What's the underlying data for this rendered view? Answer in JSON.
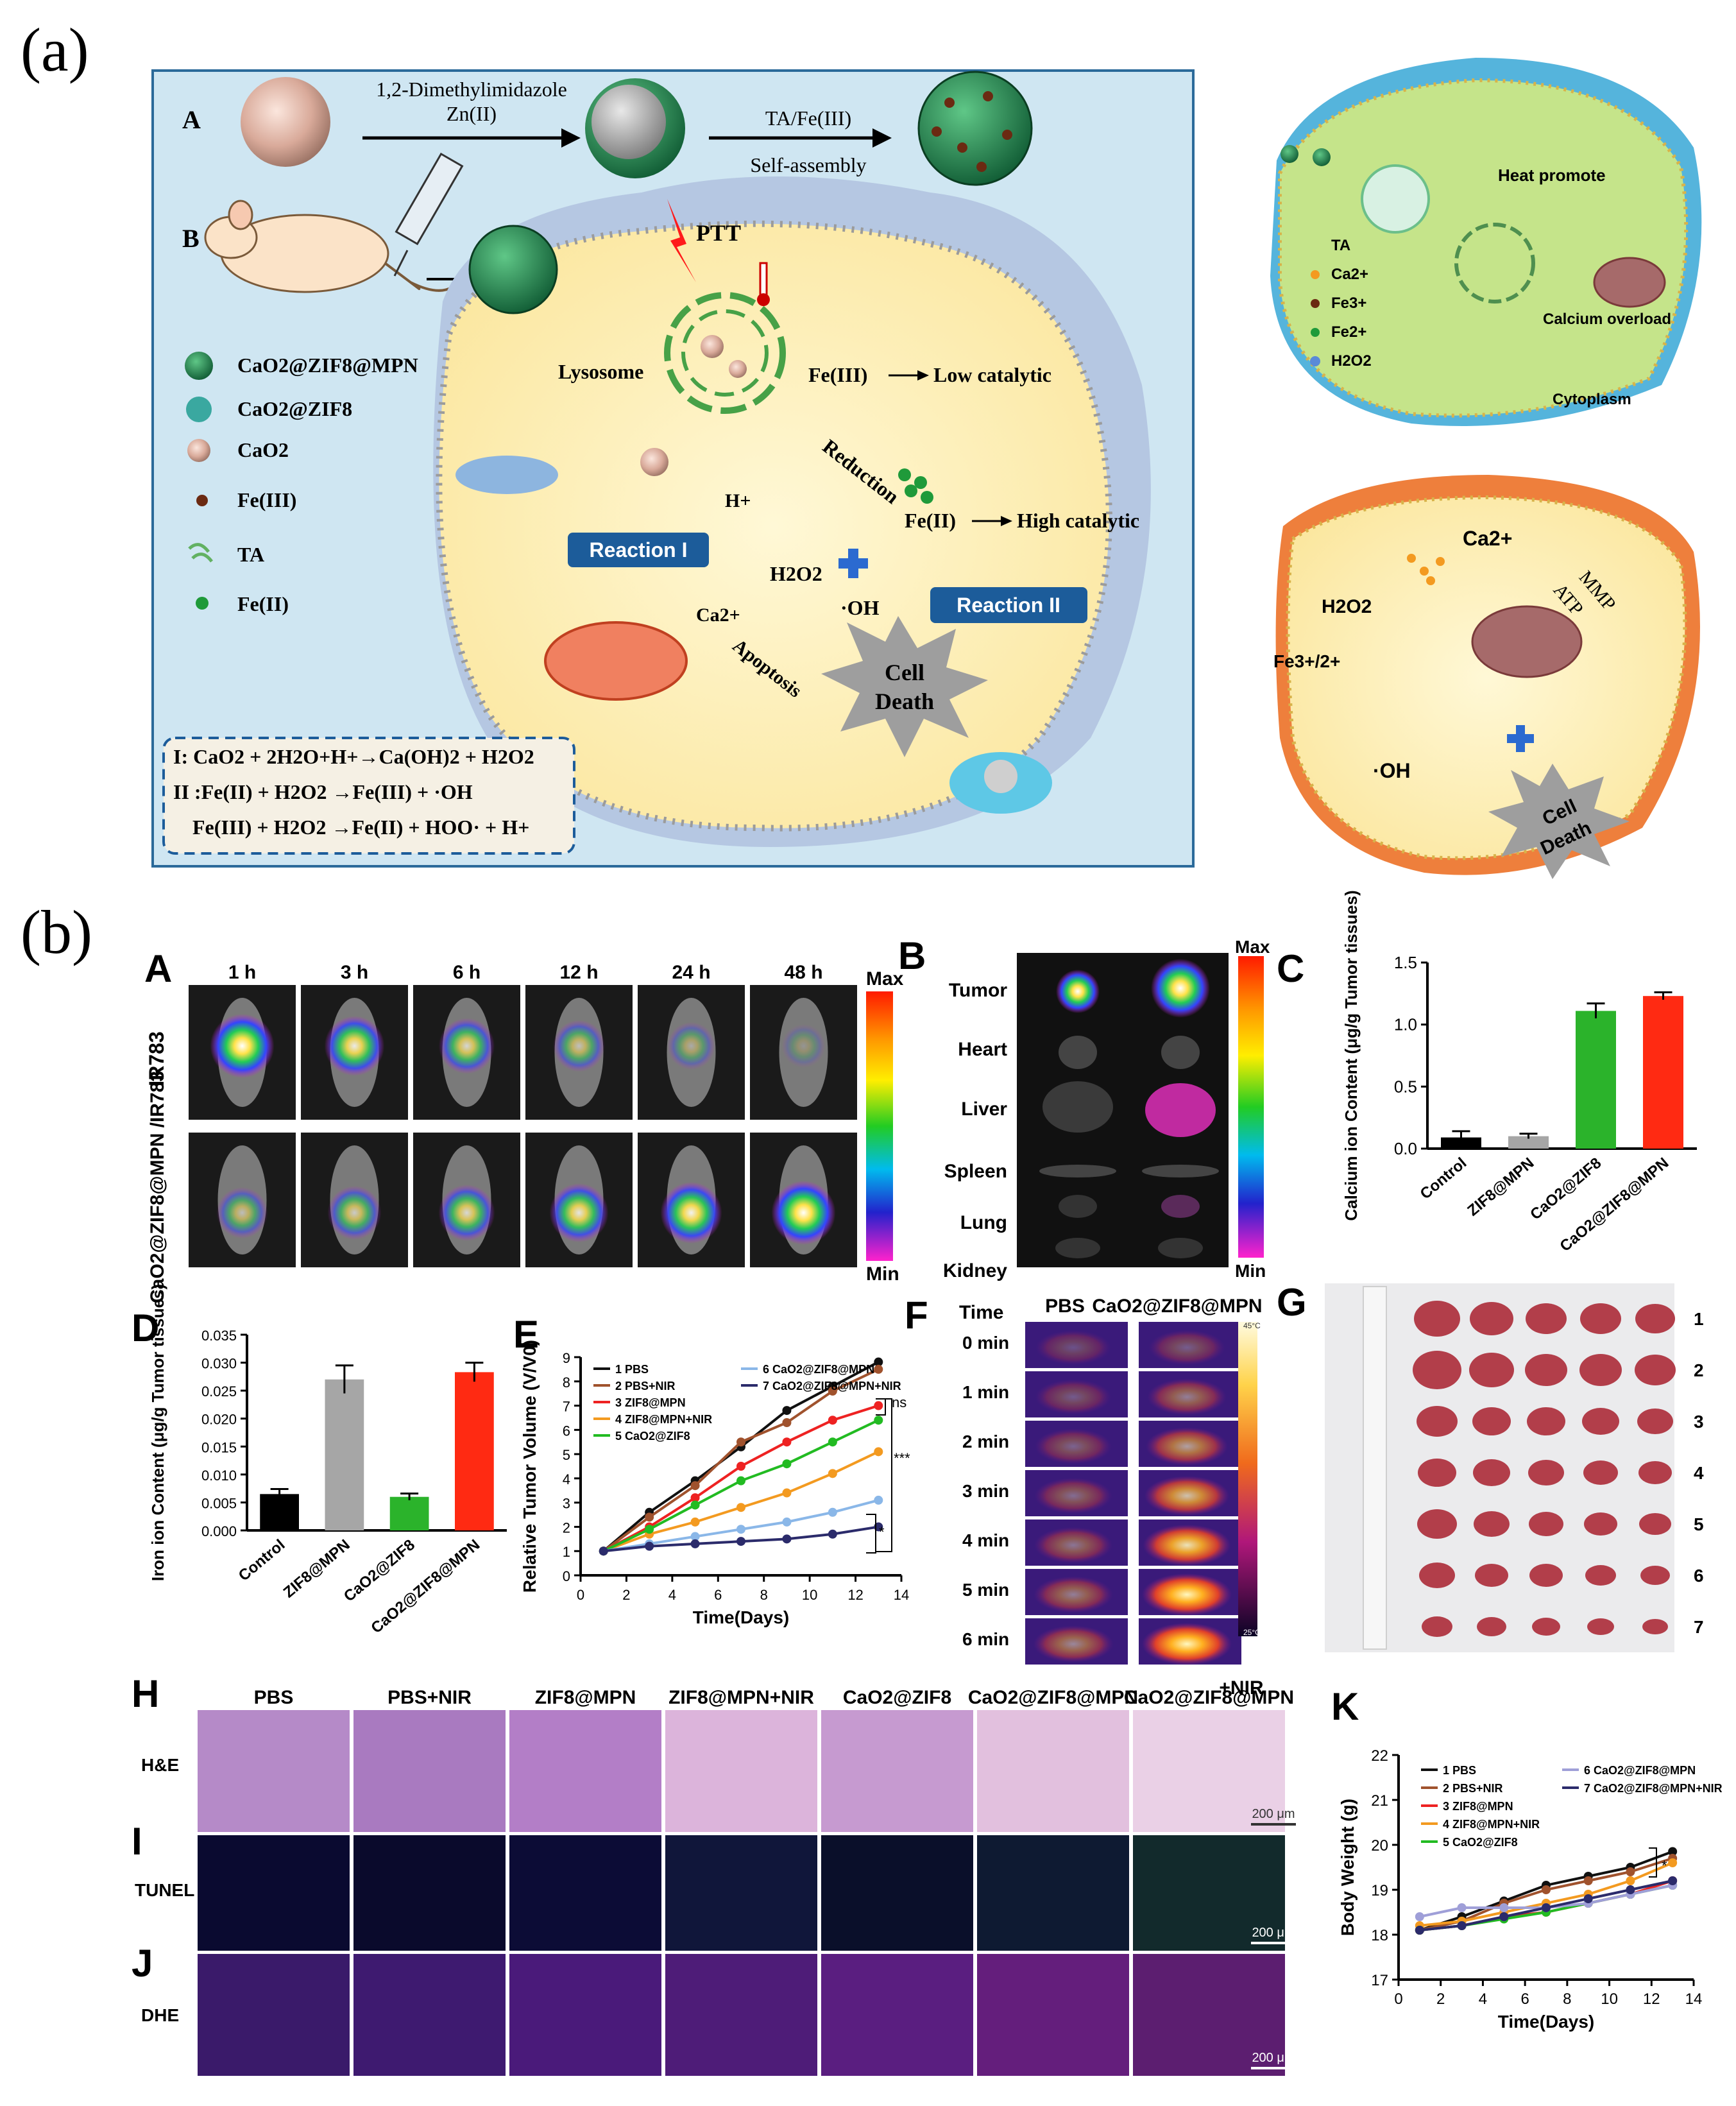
{
  "panel_a": {
    "label": "(a)",
    "row_a_label": "A",
    "row_b_label": "B",
    "reagent_1": "1,2-Dimethylimidazole",
    "reagent_2": "Zn(II)",
    "step2_top": "TA/Fe(III)",
    "step2_bottom": "Self-assembly",
    "ptt": "PTT",
    "lysosome": "Lysosome",
    "fe3": "Fe(III)",
    "low_catalytic": "Low catalytic",
    "reduction": "Reduction",
    "fe2": "Fe(II)",
    "high_catalytic": "High catalytic",
    "hplus": "H+",
    "h2o2": "H2O2",
    "oh": "·OH",
    "ca2": "Ca2+",
    "apoptosis": "Apoptosis",
    "cell_death_1": "Cell",
    "cell_death_2": "Death",
    "reaction1": "Reaction I",
    "reaction2": "Reaction II",
    "legend": [
      "CaO2@ZIF8@MPN",
      "CaO2@ZIF8",
      "CaO2",
      "Fe(III)",
      "TA",
      "Fe(II)"
    ],
    "equations": [
      "I: CaO2 + 2H2O+H+→Ca(OH)2 + H2O2",
      "II :Fe(II) + H2O2 →Fe(III) + ·OH",
      "Fe(III) + H2O2 →Fe(II) + HOO· + H+"
    ],
    "right_top": {
      "heat": "Heat promote",
      "legend": [
        "TA",
        "Ca2+",
        "Fe3+",
        "Fe2+",
        "H2O2"
      ],
      "calcium": "Calcium overload",
      "cytoplasm": "Cytoplasm"
    },
    "right_bottom": {
      "ca2": "Ca2+",
      "mmp": "MMP",
      "atp": "ATP",
      "h2o2": "H2O2",
      "fe": "Fe3+/2+",
      "oh": "·OH",
      "cell": "Cell",
      "death": "Death"
    }
  },
  "panel_b": {
    "label": "(b)",
    "sub_A": "A",
    "times": [
      "1 h",
      "3 h",
      "6 h",
      "12 h",
      "24 h",
      "48 h"
    ],
    "row_ir783": "IR783",
    "row_cao2": "CaO2@ZIF8@MPN /IR783",
    "scale_max": "Max",
    "scale_min": "Min",
    "sub_B": "B",
    "organs": [
      "Tumor",
      "Heart",
      "Liver",
      "Spleen",
      "Lung",
      "Kidney"
    ],
    "sub_C": "C",
    "sub_D": "D",
    "sub_E": "E",
    "sub_F": "F",
    "f_time": "Time",
    "f_cols": [
      "PBS",
      "CaO2@ZIF8@MPN"
    ],
    "f_rows": [
      "0 min",
      "1 min",
      "2 min",
      "3 min",
      "4 min",
      "5 min",
      "6 min"
    ],
    "f_scale_top": "45°C",
    "f_scale_bottom": "25°C",
    "sub_G": "G",
    "g_rows": [
      "1",
      "2",
      "3",
      "4",
      "5",
      "6",
      "7"
    ],
    "sub_H": "H",
    "sub_I": "I",
    "sub_J": "J",
    "h_cols": [
      "PBS",
      "PBS+NIR",
      "ZIF8@MPN",
      "ZIF8@MPN+NIR",
      "CaO2@ZIF8",
      "CaO2@ZIF8@MPN",
      "CaO2@ZIF8@MPN"
    ],
    "h_nir": "+NIR",
    "row_he": "H&E",
    "row_tunel": "TUNEL",
    "row_dhe": "DHE",
    "scalebar": "200 μm",
    "sub_K": "K"
  },
  "chart_data": [
    {
      "id": "C",
      "type": "bar",
      "categories": [
        "Control",
        "ZIF8@MPN",
        "CaO2@ZIF8",
        "CaO2@ZIF8@MPN"
      ],
      "values": [
        0.09,
        0.1,
        1.11,
        1.23
      ],
      "errors": [
        0.05,
        0.02,
        0.06,
        0.03
      ],
      "colors": [
        "#000000",
        "#a6a6a6",
        "#2bb32b",
        "#ff2a12"
      ],
      "ylabel": "Calcium ion Content (μg/g Tumor tissues)",
      "ylim": [
        0,
        1.5
      ],
      "yticks": [
        "0.0",
        "0.5",
        "1.0",
        "1.5"
      ]
    },
    {
      "id": "D",
      "type": "bar",
      "categories": [
        "Control",
        "ZIF8@MPN",
        "CaO2@ZIF8",
        "CaO2@ZIF8@MPN"
      ],
      "values": [
        0.0065,
        0.027,
        0.006,
        0.0283
      ],
      "errors": [
        0.0009,
        0.0025,
        0.0006,
        0.0017
      ],
      "colors": [
        "#000000",
        "#a6a6a6",
        "#2bb32b",
        "#ff2a12"
      ],
      "ylabel": "Iron ion Content (μg/g Tumor tissues)",
      "ylim": [
        0,
        0.035
      ],
      "yticks": [
        "0.000",
        "0.005",
        "0.010",
        "0.015",
        "0.020",
        "0.025",
        "0.030",
        "0.035"
      ]
    },
    {
      "id": "E",
      "type": "line",
      "x": [
        1,
        3,
        5,
        7,
        9,
        11,
        13
      ],
      "xlabel": "Time(Days)",
      "ylabel": "Relative Tumor Volume (V/V0)",
      "xlim": [
        0,
        14
      ],
      "ylim": [
        0,
        9
      ],
      "xticks": [
        "0",
        "2",
        "4",
        "6",
        "8",
        "10",
        "12",
        "14"
      ],
      "yticks": [
        "0",
        "1",
        "2",
        "3",
        "4",
        "5",
        "6",
        "7",
        "8",
        "9"
      ],
      "annotations": [
        "ns",
        "***",
        "*"
      ],
      "series": [
        {
          "name": "1  PBS",
          "color": "#111111",
          "values": [
            1,
            2.6,
            3.9,
            5.3,
            6.8,
            7.8,
            8.8
          ]
        },
        {
          "name": "2  PBS+NIR",
          "color": "#a0522d",
          "values": [
            1,
            2.4,
            3.7,
            5.5,
            6.3,
            7.6,
            8.5
          ]
        },
        {
          "name": "3  ZIF8@MPN",
          "color": "#ee2222",
          "values": [
            1,
            2.0,
            3.2,
            4.5,
            5.5,
            6.4,
            7.0
          ]
        },
        {
          "name": "4  ZIF8@MPN+NIR",
          "color": "#f39a20",
          "values": [
            1,
            1.7,
            2.2,
            2.8,
            3.4,
            4.2,
            5.1
          ]
        },
        {
          "name": "5  CaO2@ZIF8",
          "color": "#22bb22",
          "values": [
            1,
            1.9,
            2.9,
            3.9,
            4.6,
            5.5,
            6.4
          ]
        },
        {
          "name": "6  CaO2@ZIF8@MPN",
          "color": "#8ab7e8",
          "values": [
            1,
            1.3,
            1.6,
            1.9,
            2.2,
            2.6,
            3.1
          ]
        },
        {
          "name": "7  CaO2@ZIF8@MPN+NIR",
          "color": "#2b2b6b",
          "values": [
            1,
            1.2,
            1.3,
            1.4,
            1.5,
            1.7,
            2.0
          ]
        }
      ]
    },
    {
      "id": "K",
      "type": "line",
      "x": [
        1,
        3,
        5,
        7,
        9,
        11,
        13
      ],
      "xlabel": "Time(Days)",
      "ylabel": "Body Weight (g)",
      "xlim": [
        0,
        14
      ],
      "ylim": [
        17,
        22
      ],
      "xticks": [
        "0",
        "2",
        "4",
        "6",
        "8",
        "10",
        "12",
        "14"
      ],
      "yticks": [
        "17",
        "18",
        "19",
        "20",
        "21",
        "22"
      ],
      "annotations": [
        "*"
      ],
      "series": [
        {
          "name": "1  PBS",
          "color": "#111111",
          "values": [
            18.1,
            18.4,
            18.75,
            19.1,
            19.3,
            19.5,
            19.85
          ]
        },
        {
          "name": "2  PBS+NIR",
          "color": "#a0522d",
          "values": [
            18.1,
            18.3,
            18.7,
            19.0,
            19.2,
            19.4,
            19.7
          ]
        },
        {
          "name": "3  ZIF8@MPN",
          "color": "#ee2222",
          "values": [
            18.1,
            18.2,
            18.4,
            18.5,
            18.7,
            18.9,
            19.2
          ]
        },
        {
          "name": "4  ZIF8@MPN+NIR",
          "color": "#f39a20",
          "values": [
            18.2,
            18.3,
            18.5,
            18.7,
            18.9,
            19.2,
            19.6
          ]
        },
        {
          "name": "5  CaO2@ZIF8",
          "color": "#22bb22",
          "values": [
            18.1,
            18.2,
            18.35,
            18.5,
            18.7,
            18.9,
            19.1
          ]
        },
        {
          "name": "6  CaO2@ZIF8@MPN",
          "color": "#9f9fd8",
          "values": [
            18.4,
            18.6,
            18.6,
            18.6,
            18.7,
            18.9,
            19.1
          ]
        },
        {
          "name": "7  CaO2@ZIF8@MPN+NIR",
          "color": "#2b2b6b",
          "values": [
            18.1,
            18.2,
            18.4,
            18.6,
            18.8,
            19.0,
            19.2
          ]
        }
      ]
    }
  ]
}
